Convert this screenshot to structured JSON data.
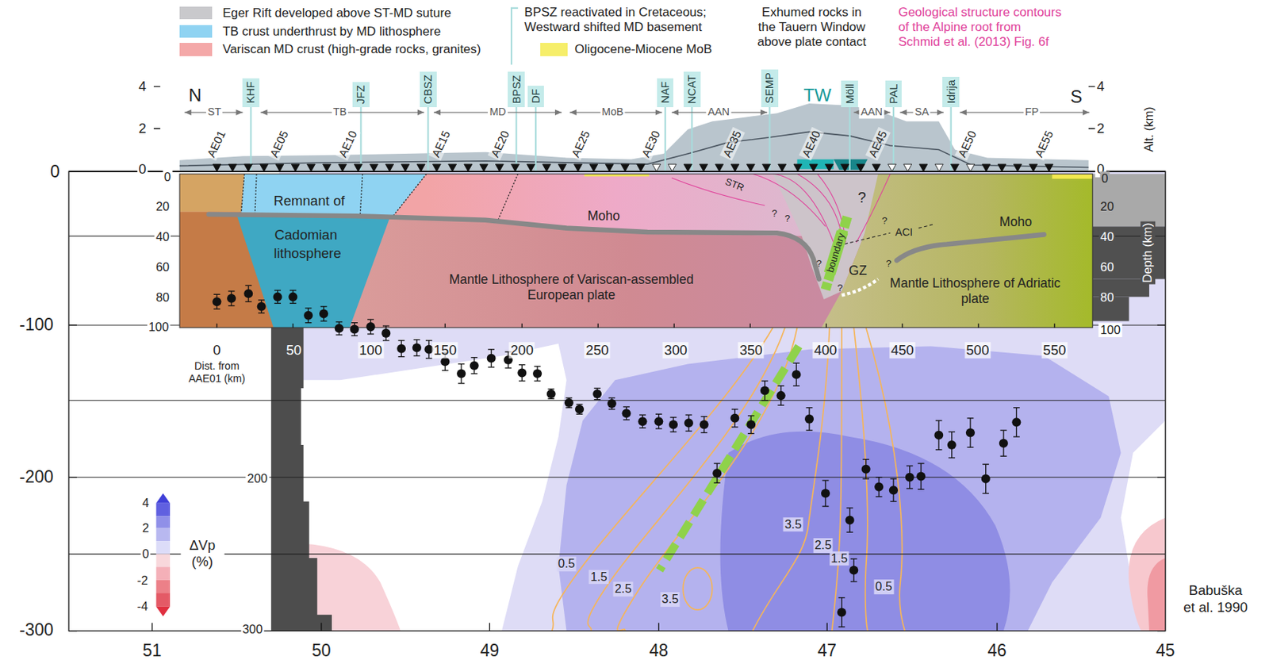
{
  "diagram": {
    "nodes": [
      {
        "text": [
          "KHF"
        ]
      },
      {
        "text": [
          "JFZ"
        ]
      },
      {
        "text": [
          "CBSZ"
        ]
      },
      {
        "text": [
          "BPSZ"
        ]
      },
      {
        "text": [
          "DF"
        ]
      },
      {
        "text": [
          "NAF"
        ]
      },
      {
        "text": [
          "NCAT"
        ]
      },
      {
        "text": [
          "SEMP"
        ]
      },
      {
        "text": [
          "Möll"
        ]
      },
      {
        "text": [
          "PAL"
        ]
      },
      {
        "text": [
          "Idrija"
        ]
      }
    ],
    "labels": [
      "BPSZ reactivated in Cretaceous; Westward shifted MD basement",
      "Exhumed rocks in the Tauern Window above plate contact",
      "Geological structure contours of the Alpine root from Schmid et al. (2013) Fig. 6f",
      "N",
      "ST",
      "TB",
      "MD",
      "MoB",
      "AAN",
      "TW",
      "AAN",
      "SA",
      "FP",
      "S",
      "AE01",
      "AE05",
      "AE10",
      "AE15",
      "AE20",
      "AE25",
      "AE30",
      "AE35",
      "AE40",
      "AE45",
      "AE50",
      "AE55",
      "4",
      "2",
      "0",
      "4",
      "2",
      "0",
      "Alt. (km)",
      "0",
      "-100",
      "-200",
      "-300",
      "0",
      "20",
      "40",
      "60",
      "80",
      "100",
      "0",
      "20",
      "40",
      "60",
      "80",
      "100",
      "Depth (km)",
      "200",
      "300",
      "0",
      "50",
      "100",
      "150",
      "200",
      "250",
      "300",
      "350",
      "400",
      "450",
      "500",
      "550",
      "Dist. from AAE01 (km)",
      "51",
      "50",
      "49",
      "48",
      "47",
      "46",
      "45",
      "Remnant of",
      "Cadomian",
      "lithosphere",
      "Moho",
      "Mantle Lithosphere of Variscan-assembled European plate",
      "STR",
      "?",
      "?",
      "?",
      "?",
      "ACI",
      "boundary",
      "?",
      "?",
      "GZ",
      "?",
      "Moho",
      "Mantle Lithosphere of Adriatic plate",
      "0.5",
      "1.5",
      "2.5",
      "3.5",
      "3.5",
      "2.5",
      "1.5",
      "0.5",
      "4",
      "2",
      "0",
      "-2",
      "-4",
      "ΔVp (%)",
      "Babuška et al. 1990"
    ],
    "legend": [
      {
        "text": "Eger Rift developed above ST-MD suture",
        "color": "#c9c9cc"
      },
      {
        "text": "TB crust underthrust by MD lithosphere",
        "color": "#8fd3f2"
      },
      {
        "text": "Variscan MD crust (high-grade rocks, granites)",
        "color": "#f4a8a8"
      },
      {
        "text": "Oligocene-Miocene MoB",
        "color": "#f6ee6a"
      }
    ]
  }
}
